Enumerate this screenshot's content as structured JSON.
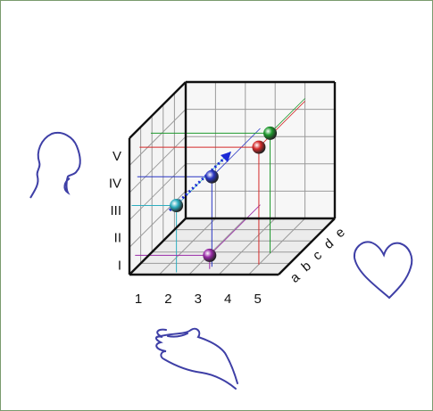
{
  "cube": {
    "x_labels": [
      "1",
      "2",
      "3",
      "4",
      "5"
    ],
    "y_labels": [
      "I",
      "II",
      "III",
      "IV",
      "V"
    ],
    "z_labels": [
      "a",
      "b",
      "c",
      "d",
      "e"
    ],
    "points": [
      {
        "color": "#2eaec0",
        "x": 1.5,
        "y": 2.45,
        "z": 0.2
      },
      {
        "color": "#2a36c4",
        "x": 2.5,
        "y": 3.3,
        "z": 0.7
      },
      {
        "color": "#9a2aa8",
        "x": 2.5,
        "y": 0.5,
        "z": 0.5
      },
      {
        "color": "#1f9a2e",
        "x": 4.0,
        "y": 4.4,
        "z": 1.9
      },
      {
        "color": "#d42a2a",
        "x": 4.0,
        "y": 4.3,
        "z": 0.9
      }
    ]
  },
  "colors": {
    "frame": "#7a9b6e",
    "outline": "#111111",
    "grid": "#9a9a9a",
    "wall": "#f4f4f4",
    "doodle": "#3e3fa6",
    "arrow": "#1c2ad6"
  },
  "doodles": [
    "head-icon",
    "heart-icon",
    "hand-icon"
  ]
}
